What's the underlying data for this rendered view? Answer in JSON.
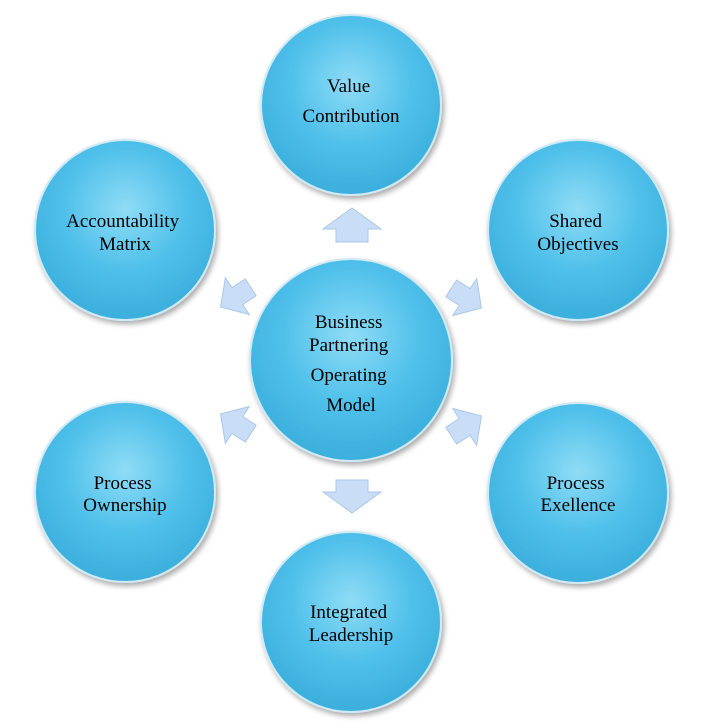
{
  "diagram": {
    "center": {
      "lines": [
        "Business",
        "Partnering",
        "Operating",
        "Model"
      ]
    },
    "nodes": [
      {
        "id": "value-contribution",
        "lines": [
          "Value",
          "Contribution"
        ]
      },
      {
        "id": "shared-objectives",
        "lines": [
          "Shared",
          "Objectives"
        ]
      },
      {
        "id": "process-exellence",
        "lines": [
          "Process",
          "Exellence"
        ]
      },
      {
        "id": "integrated-leadership",
        "lines": [
          "Integrated",
          "Leadership"
        ]
      },
      {
        "id": "process-ownership",
        "lines": [
          "Process",
          "Ownership"
        ]
      },
      {
        "id": "accountability-matrix",
        "lines": [
          "Accountability",
          "Matrix"
        ]
      }
    ],
    "colors": {
      "circle_light": "#8fdcf6",
      "circle_mid": "#4fc0ea",
      "circle_dark": "#3aaedc",
      "circle_stroke": "#cfe9f5",
      "arrow_fill": "#c9def6",
      "arrow_stroke": "#aac8ea"
    }
  }
}
